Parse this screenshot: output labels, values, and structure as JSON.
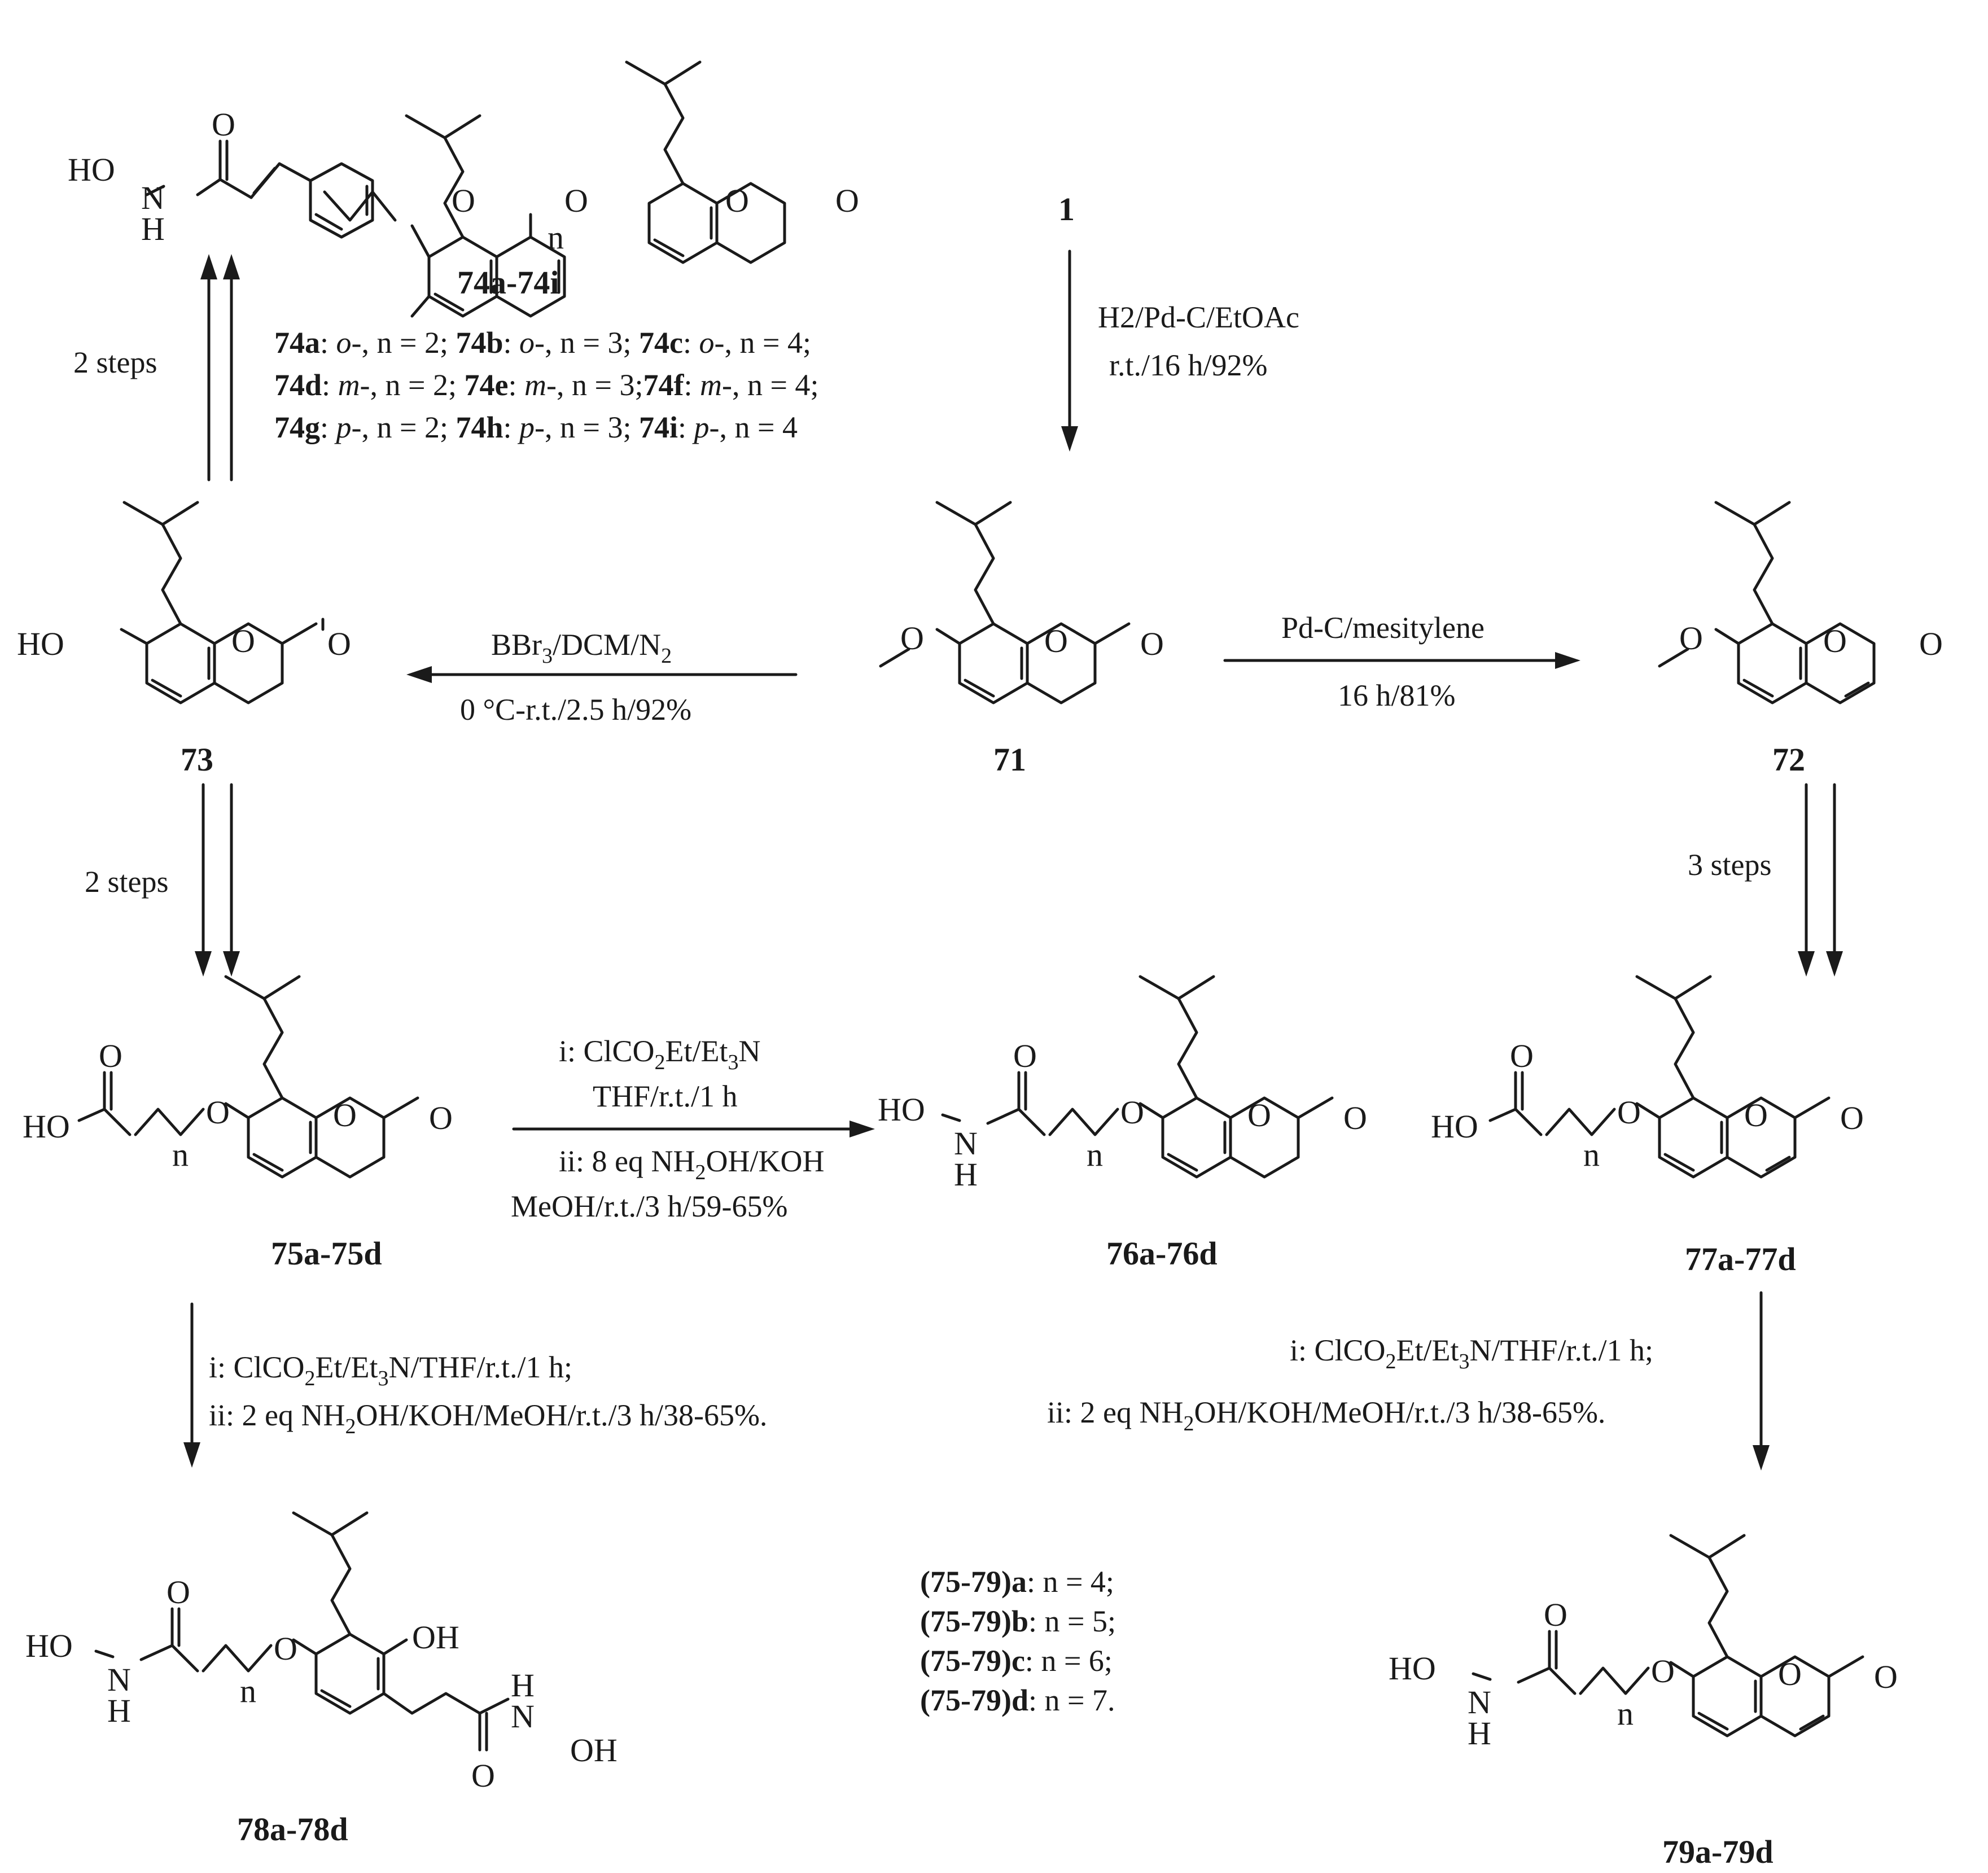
{
  "atoms": {
    "O": "O",
    "H": "H",
    "N": "N",
    "HO": "HO",
    "OH": "OH",
    "n": "n"
  },
  "compounds": {
    "c1": "1",
    "c71": "71",
    "c72": "72",
    "c73": "73",
    "c74": "74a-74i",
    "c75": "75a-75d",
    "c76": "76a-76d",
    "c77": "77a-77d",
    "c78": "78a-78d",
    "c79": "79a-79d"
  },
  "conditions": {
    "hydrogenation": {
      "line1": "H2/Pd-C/EtOAc",
      "line2": "r.t./16 h/92%"
    },
    "demethylation": {
      "line1": "BBr3/DCM/N2",
      "line2": "0 °C-r.t./2.5 h/92%"
    },
    "dehydrogenation": {
      "line1": "Pd-C/mesitylene",
      "line2": "16 h/81%"
    },
    "steps_74": "2 steps",
    "steps_75": "2 steps",
    "steps_77": "3 steps",
    "amidation_76": {
      "line1": "i: ClCO2Et/Et3N",
      "line2": "THF/r.t./1 h",
      "line3": "ii: 8 eq NH2OH/KOH",
      "line4": "MeOH/r.t./3 h/59-65%"
    },
    "amidation_78": {
      "line1": "i: ClCO2Et/Et3N/THF/r.t./1 h;",
      "line2": "ii: 2 eq NH2OH/KOH/MeOH/r.t./3 h/38-65%."
    },
    "amidation_79": {
      "line1": "i: ClCO2Et/Et3N/THF/r.t./1 h;",
      "line2": "ii: 2 eq NH2OH/KOH/MeOH/r.t./3 h/38-65%."
    }
  },
  "series_74": [
    {
      "code": "74a",
      "pos": "o-",
      "n": "n = 2"
    },
    {
      "code": "74b",
      "pos": "o-",
      "n": "n = 3"
    },
    {
      "code": "74c",
      "pos": "o-",
      "n": "n = 4"
    },
    {
      "code": "74d",
      "pos": "m-",
      "n": "n = 2"
    },
    {
      "code": "74e",
      "pos": "m-",
      "n": "n = 3"
    },
    {
      "code": "74f",
      "pos": "m-",
      "n": "n = 4"
    },
    {
      "code": "74g",
      "pos": "p-",
      "n": "n = 2"
    },
    {
      "code": "74h",
      "pos": "p-",
      "n": "n = 3"
    },
    {
      "code": "74i",
      "pos": "p-",
      "n": "n = 4"
    }
  ],
  "series_75_79": [
    {
      "code": "(75-79)",
      "suffix": "a",
      "n": "n = 4;"
    },
    {
      "code": "(75-79)",
      "suffix": "b",
      "n": "n = 5;"
    },
    {
      "code": "(75-79)",
      "suffix": "c",
      "n": "n = 6;"
    },
    {
      "code": "(75-79)",
      "suffix": "d",
      "n": "n = 7."
    }
  ]
}
